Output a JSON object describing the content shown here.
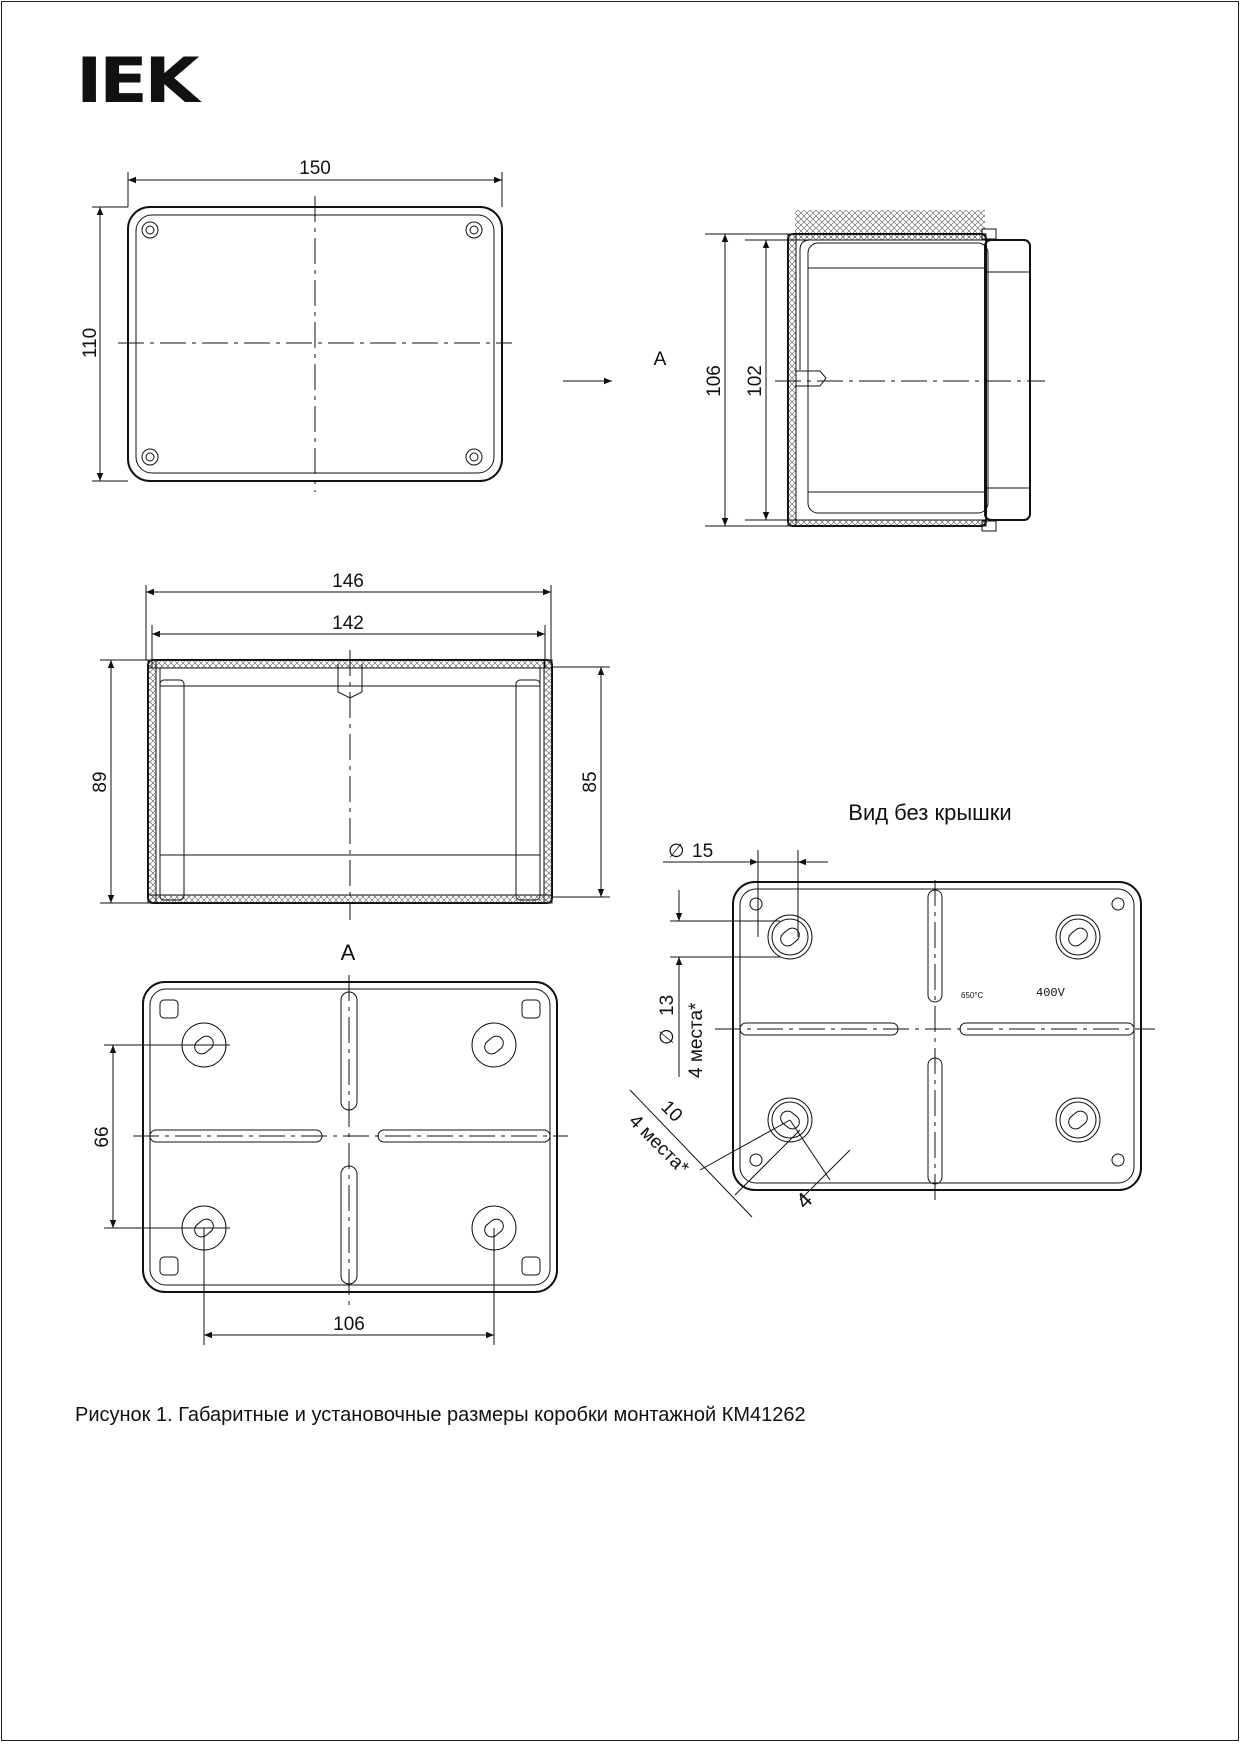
{
  "logo": "IEK",
  "top_view": {
    "width_dim": "150",
    "height_dim": "110"
  },
  "side_view": {
    "view_arrow_label": "A",
    "outer_dim": "106",
    "inner_dim": "102"
  },
  "section_view": {
    "outer_width_dim": "146",
    "inner_width_dim": "142",
    "outer_height_dim": "89",
    "inner_height_dim": "85"
  },
  "bottom_view": {
    "title": "A",
    "hole_vertical_spacing": "66",
    "hole_horizontal_spacing": "106"
  },
  "open_view": {
    "title": "Вид без крышки",
    "diameter_symbol": "∅",
    "entry_diameter": "15",
    "hole_diameter": "13",
    "hole_count_note": "4 места*",
    "corner_dim": "10",
    "corner_count_note": "4 места*",
    "slot_dim": "4",
    "voltage_marking": "400V",
    "temp_marking": "650°C"
  },
  "caption": "Рисунок 1. Габаритные и установочные размеры коробки монтажной КМ41262"
}
